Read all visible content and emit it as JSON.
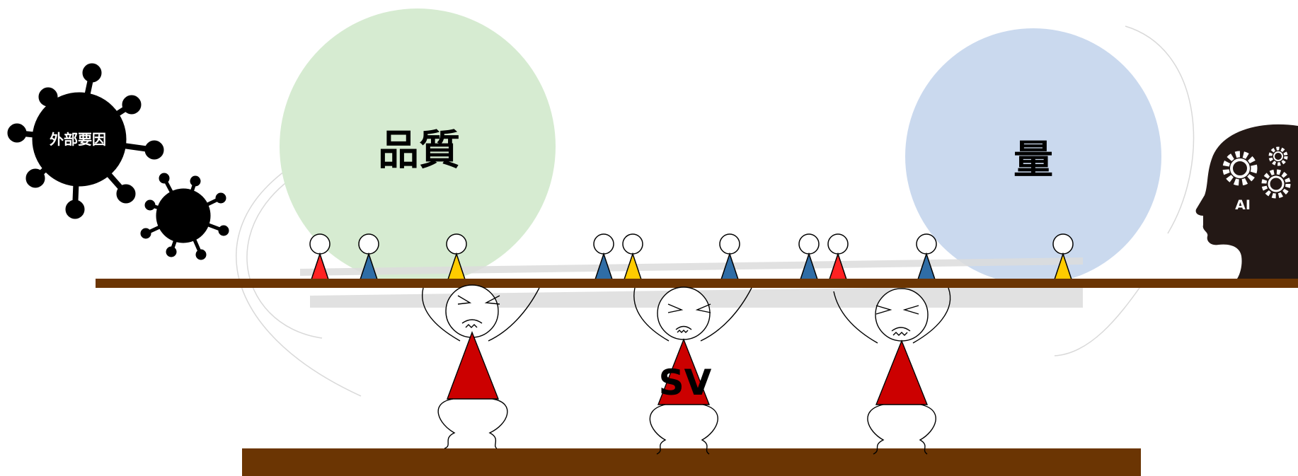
{
  "labels": {
    "quality": "品質",
    "quantity": "量",
    "external_factors": "外部要因",
    "sv": "SV",
    "ai": "AI"
  },
  "colors": {
    "quality_ball": "#d6ebd1",
    "quantity_ball": "#cad9ee",
    "plank": "#6b3503",
    "shirt": "#cc0000",
    "virus": "#000000",
    "head_silhouette": "#231815",
    "person_red": "#ff2222",
    "person_blue": "#2f6da6",
    "person_yellow": "#ffcc00"
  },
  "icons": [
    "virus-icon",
    "ai-head-icon",
    "gear-icon",
    "stick-figure-icon"
  ]
}
